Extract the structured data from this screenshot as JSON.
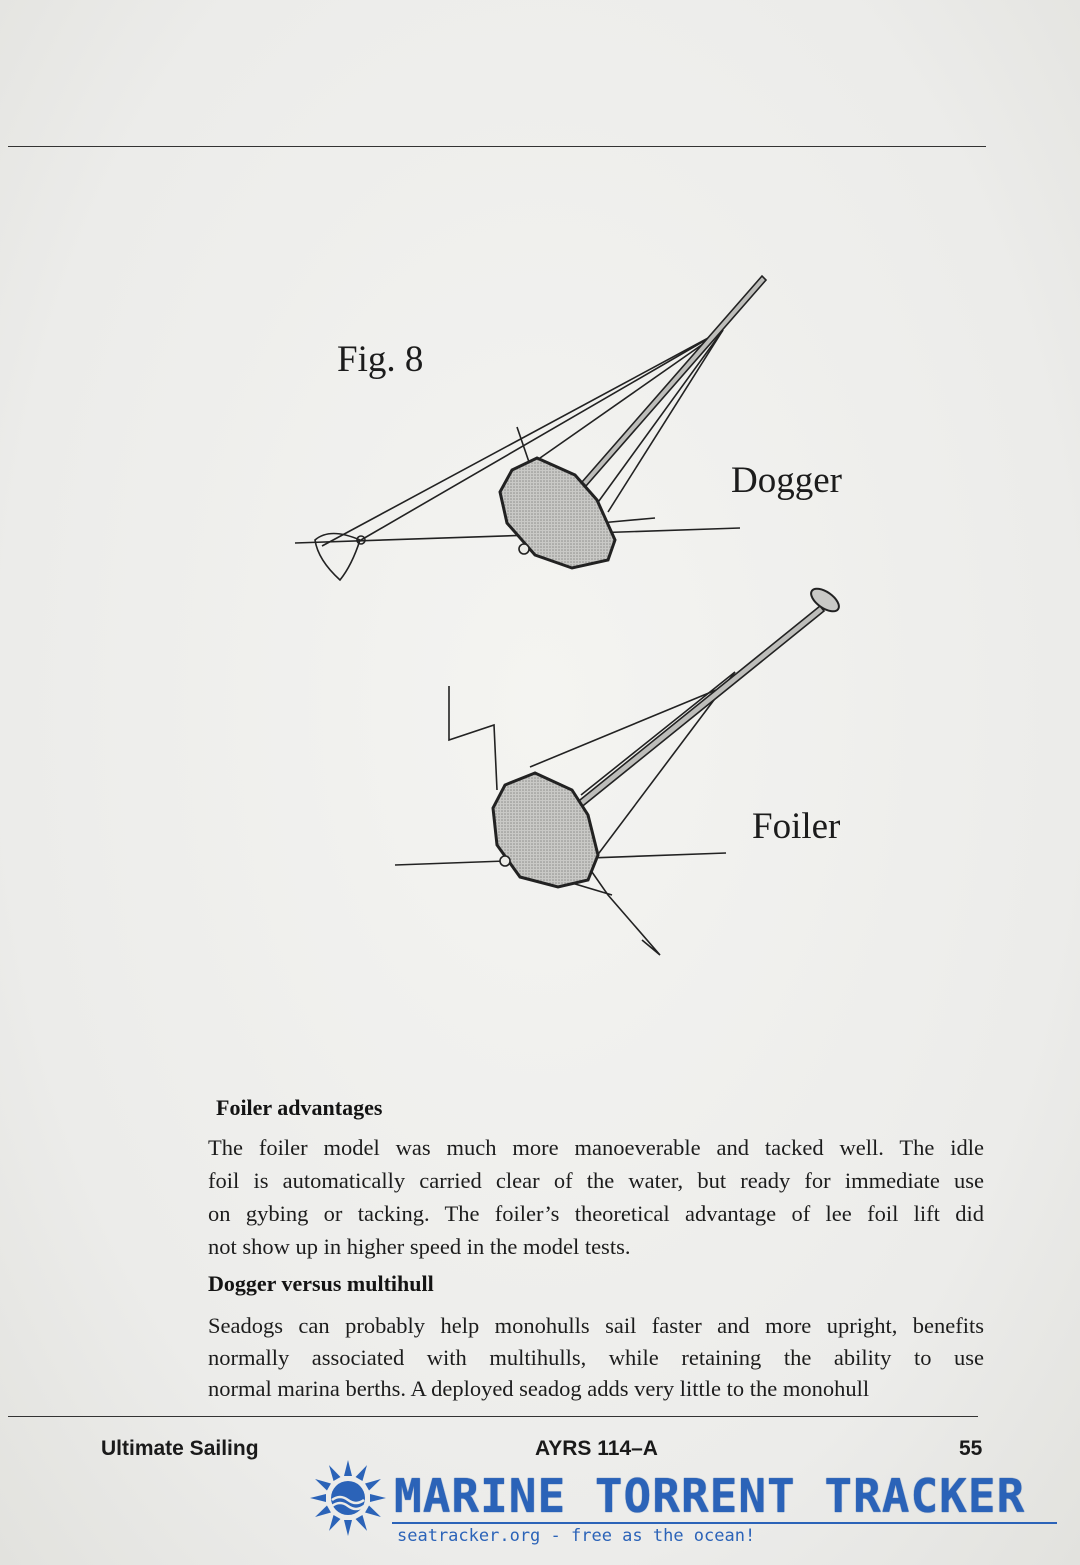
{
  "figure": {
    "label": "Fig. 8",
    "labels": {
      "dogger": "Dogger",
      "foiler": "Foiler"
    }
  },
  "sections": [
    {
      "heading": "Foiler advantages",
      "lines": [
        "The foiler model was much more manoeverable and tacked well.  The idle",
        "foil is automatically carried clear of the water, but ready for immediate use",
        "on gybing or tacking.  The foiler’s theoretical advantage of lee foil lift did",
        "not show up in higher speed in the model tests."
      ]
    },
    {
      "heading": "Dogger versus multihull",
      "lines": [
        "Seadogs can probably help monohulls sail faster and more upright, benefits",
        "normally associated with multihulls, while retaining the ability to use",
        "normal marina berths.  A deployed seadog adds very little to the monohull"
      ]
    }
  ],
  "footer": {
    "left": "Ultimate Sailing",
    "center": "AYRS 114–A",
    "right": "55"
  },
  "banner": {
    "title": "MARINE TORRENT TRACKER",
    "subtitle": "seatracker.org - free as the ocean!",
    "accent_color": "#2b63b8"
  }
}
